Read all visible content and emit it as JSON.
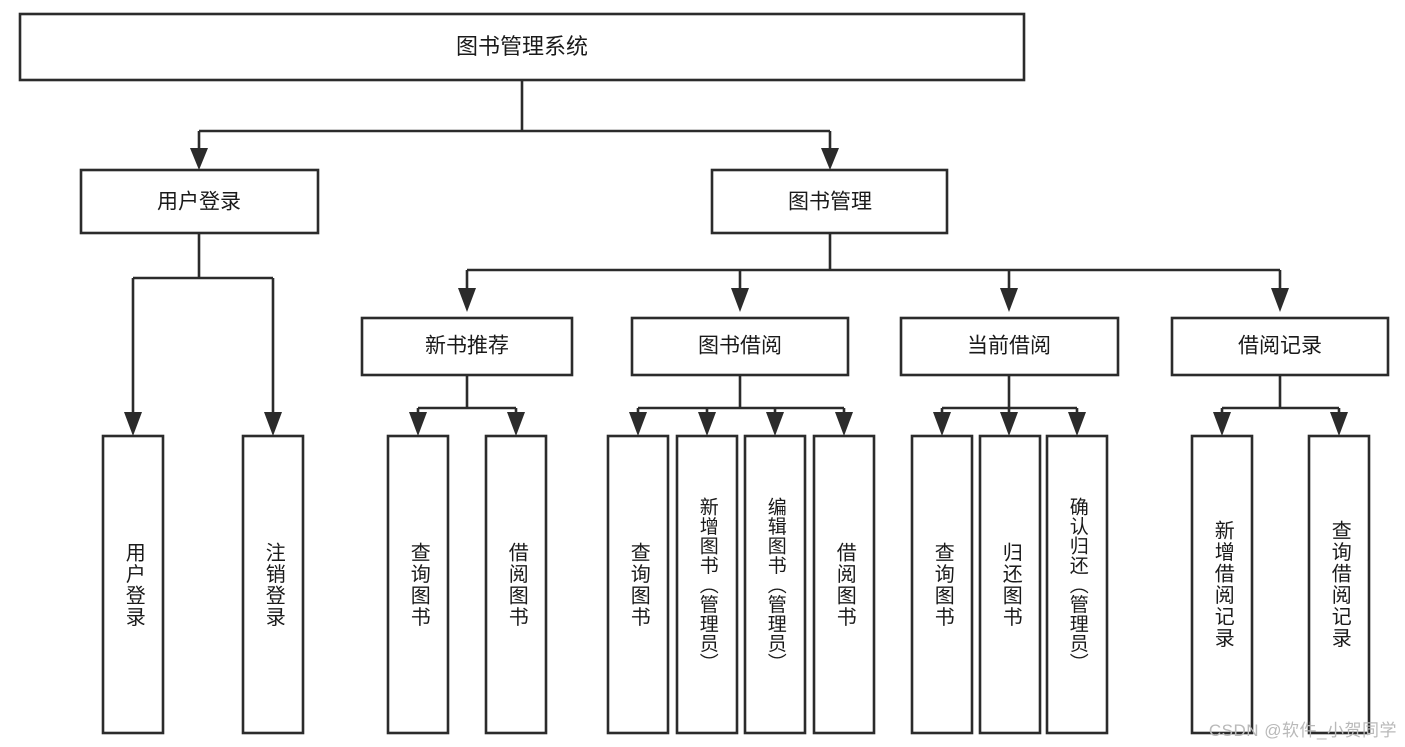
{
  "diagram": {
    "type": "tree-hierarchy",
    "title": "图书管理系统",
    "watermark": "CSDN @软件_小贺同学",
    "colors": {
      "stroke": "#2b2b2b",
      "fill": "#ffffff",
      "text": "#1a1a1a",
      "watermark": "#b9b9b9",
      "background": "#ffffff"
    },
    "levels": {
      "root": {
        "label": "图书管理系统"
      },
      "level2": [
        {
          "label": "用户登录"
        },
        {
          "label": "图书管理"
        }
      ],
      "level3": [
        {
          "label": "新书推荐"
        },
        {
          "label": "图书借阅"
        },
        {
          "label": "当前借阅"
        },
        {
          "label": "借阅记录"
        }
      ],
      "leaves": [
        {
          "label": "用户登录",
          "parent": "用户登录"
        },
        {
          "label": "注销登录",
          "parent": "用户登录"
        },
        {
          "label": "查询图书",
          "parent": "新书推荐"
        },
        {
          "label": "借阅图书",
          "parent": "新书推荐"
        },
        {
          "label": "查询图书",
          "parent": "图书借阅"
        },
        {
          "label": "新增图书（管理员）",
          "parent": "图书借阅"
        },
        {
          "label": "编辑图书（管理员）",
          "parent": "图书借阅"
        },
        {
          "label": "借阅图书",
          "parent": "图书借阅"
        },
        {
          "label": "查询图书",
          "parent": "当前借阅"
        },
        {
          "label": "归还图书",
          "parent": "当前借阅"
        },
        {
          "label": "确认归还（管理员）",
          "parent": "当前借阅"
        },
        {
          "label": "新增借阅记录",
          "parent": "借阅记录"
        },
        {
          "label": "查询借阅记录",
          "parent": "借阅记录"
        }
      ]
    }
  }
}
